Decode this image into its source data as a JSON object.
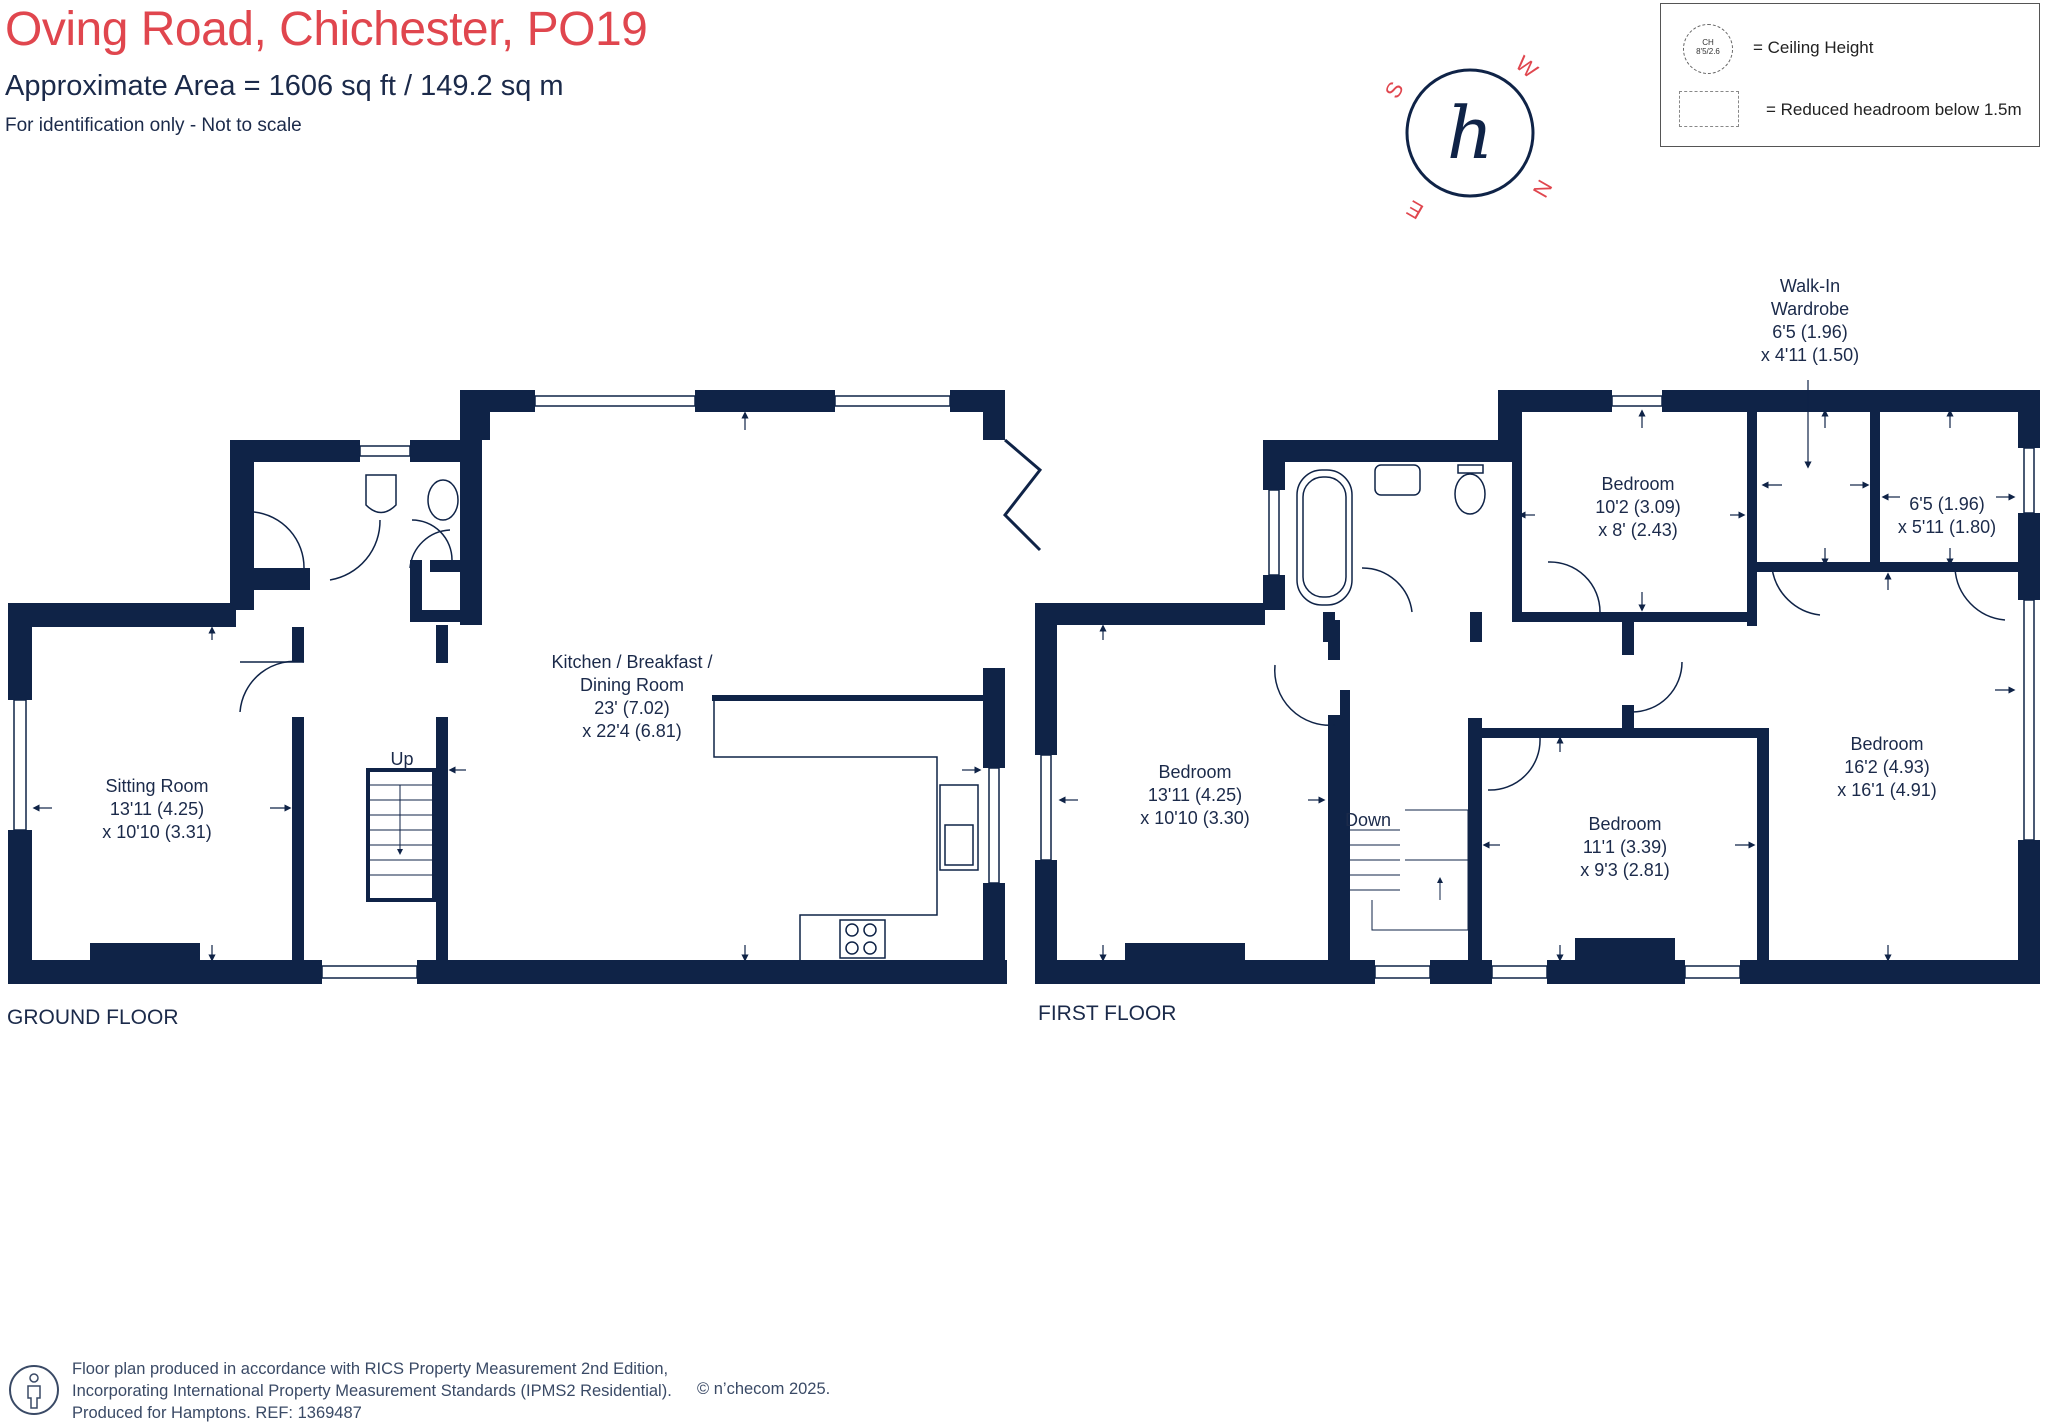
{
  "header": {
    "title": "Oving Road, Chichester, PO19",
    "area": "Approximate Area = 1606 sq ft / 149.2 sq m",
    "identification": "For identification only - Not to scale"
  },
  "legend": {
    "ch_line1": "CH",
    "ch_line2": "8'5/2.6",
    "ceiling_height": "= Ceiling Height",
    "reduced_headroom": "= Reduced headroom below 1.5m"
  },
  "compass": {
    "logo_letter": "h",
    "letters": [
      "S",
      "W",
      "N",
      "E"
    ]
  },
  "ground_floor": {
    "label": "GROUND FLOOR",
    "up_label": "Up",
    "rooms": [
      {
        "name": "Sitting Room",
        "dim1": "13'11 (4.25)",
        "dim2": "x 10'10 (3.31)"
      },
      {
        "name": "Kitchen / Breakfast /",
        "name2": "Dining Room",
        "dim1": "23' (7.02)",
        "dim2": "x 22'4 (6.81)"
      }
    ]
  },
  "first_floor": {
    "label": "FIRST FLOOR",
    "down_label": "Down",
    "rooms": [
      {
        "name": "Bedroom",
        "dim1": "13'11 (4.25)",
        "dim2": "x 10'10 (3.30)"
      },
      {
        "name": "Bedroom",
        "dim1": "10'2 (3.09)",
        "dim2": "x 8' (2.43)"
      },
      {
        "name": "Bedroom",
        "dim1": "11'1 (3.39)",
        "dim2": "x 9'3 (2.81)"
      },
      {
        "name": "Bedroom",
        "dim1": "16'2 (4.93)",
        "dim2": "x 16'1 (4.91)"
      },
      {
        "name": "Walk-In",
        "name2": "Wardrobe",
        "dim1": "6'5 (1.96)",
        "dim2": "x 4'11 (1.50)"
      },
      {
        "name": "",
        "dim1": "6'5 (1.96)",
        "dim2": "x 5'11 (1.80)"
      }
    ]
  },
  "footer": {
    "line1": "Floor plan produced in accordance with RICS Property Measurement 2nd Edition,",
    "line2": "Incorporating International Property Measurement Standards (IPMS2 Residential).",
    "line3": "Produced for Hamptons.   REF:  1369487",
    "copyright": "© n’checom 2025."
  },
  "colors": {
    "title": "#e0464e",
    "wall": "#0f2347",
    "text": "#1b2a4a"
  }
}
